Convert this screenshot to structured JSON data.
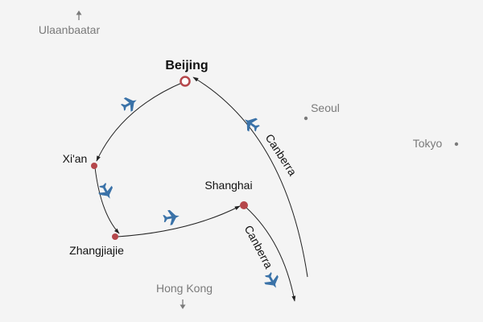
{
  "map": {
    "colors": {
      "background": "#f4f4f4",
      "route": "#222222",
      "stop": "#b5474b",
      "plane": "#3a72a8",
      "reference": "#7a7a7a"
    },
    "cities": {
      "beijing": {
        "name": "Beijing",
        "marker": "origin-ring"
      },
      "xian": {
        "name": "Xi'an",
        "marker": "stop-dot"
      },
      "zhangjiajie": {
        "name": "Zhangjiajie",
        "marker": "stop-dot"
      },
      "shanghai": {
        "name": "Shanghai",
        "marker": "stop-dot-large"
      }
    },
    "reference_places": {
      "seoul": "Seoul",
      "tokyo": "Tokyo",
      "ulaanbaatar": "Ulaanbaatar",
      "hong_kong": "Hong Kong"
    },
    "offmap_arrows": {
      "ulaanbaatar": "north-arrow-icon",
      "hong_kong": "south-arrow-icon"
    },
    "routes": [
      {
        "from": "Beijing",
        "to": "Xi'an",
        "mode": "plane-icon"
      },
      {
        "from": "Xi'an",
        "to": "Zhangjiajie",
        "mode": "plane-icon"
      },
      {
        "from": "Zhangjiajie",
        "to": "Shanghai",
        "mode": "plane-icon"
      },
      {
        "from": "Shanghai",
        "to": "Canberra",
        "mode": "plane-icon",
        "label": "Canberra"
      },
      {
        "from": "Canberra",
        "to": "Beijing",
        "mode": "plane-icon",
        "label": "Canberra"
      }
    ]
  }
}
